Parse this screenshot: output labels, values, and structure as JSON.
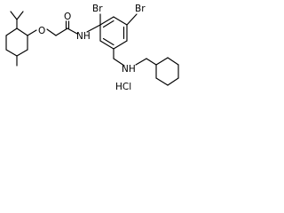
{
  "molecule": {
    "atoms": {
      "bromine_top_left": "Br",
      "bromine_top_right": "Br",
      "oxygen_ether": "O",
      "oxygen_carbonyl": "O",
      "amide_nitrogen": "NH",
      "amine_nitrogen": "NH",
      "salt": "HCl"
    },
    "colors": {
      "bonds": "#000000",
      "labels": "#000000",
      "background": "#ffffff"
    }
  }
}
